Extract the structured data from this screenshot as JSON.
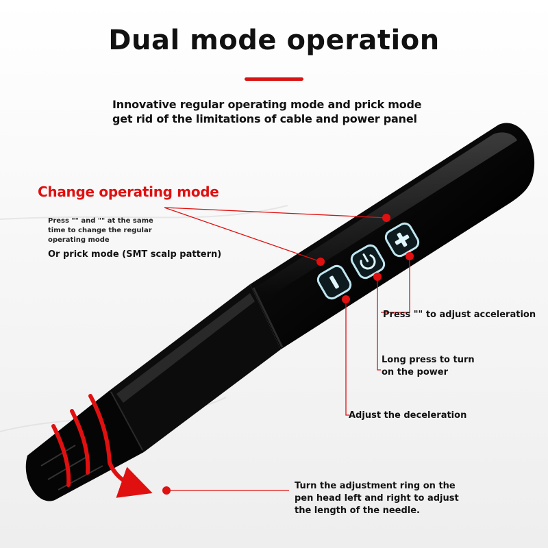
{
  "header": {
    "title": "Dual mode operation",
    "subtitle_lines": [
      "Innovative regular operating mode and prick mode",
      "get rid of the limitations of cable and power panel"
    ]
  },
  "change_mode": {
    "title": "Change operating mode",
    "note_lines": [
      "Press \"\" and \"\" at the same",
      "time to change the regular",
      "operating mode"
    ],
    "prick_mode": "Or prick mode (SMT scalp pattern)"
  },
  "callouts": {
    "acceleration": "Press \"\" to adjust acceleration",
    "power_lines": [
      "Long press to turn",
      "on the power"
    ],
    "deceleration": "Adjust the deceleration",
    "needle_lines": [
      "Turn the adjustment ring on the",
      "pen head left and right to adjust",
      "the length of the needle."
    ]
  },
  "buttons": [
    {
      "name": "minus-button",
      "icon": "minus-icon"
    },
    {
      "name": "power-button",
      "icon": "power-icon"
    },
    {
      "name": "plus-button",
      "icon": "plus-icon"
    }
  ],
  "colors": {
    "accent": "#d81414",
    "pen_body": "#0a0a0a",
    "button_glow": "#bfe6f0"
  }
}
